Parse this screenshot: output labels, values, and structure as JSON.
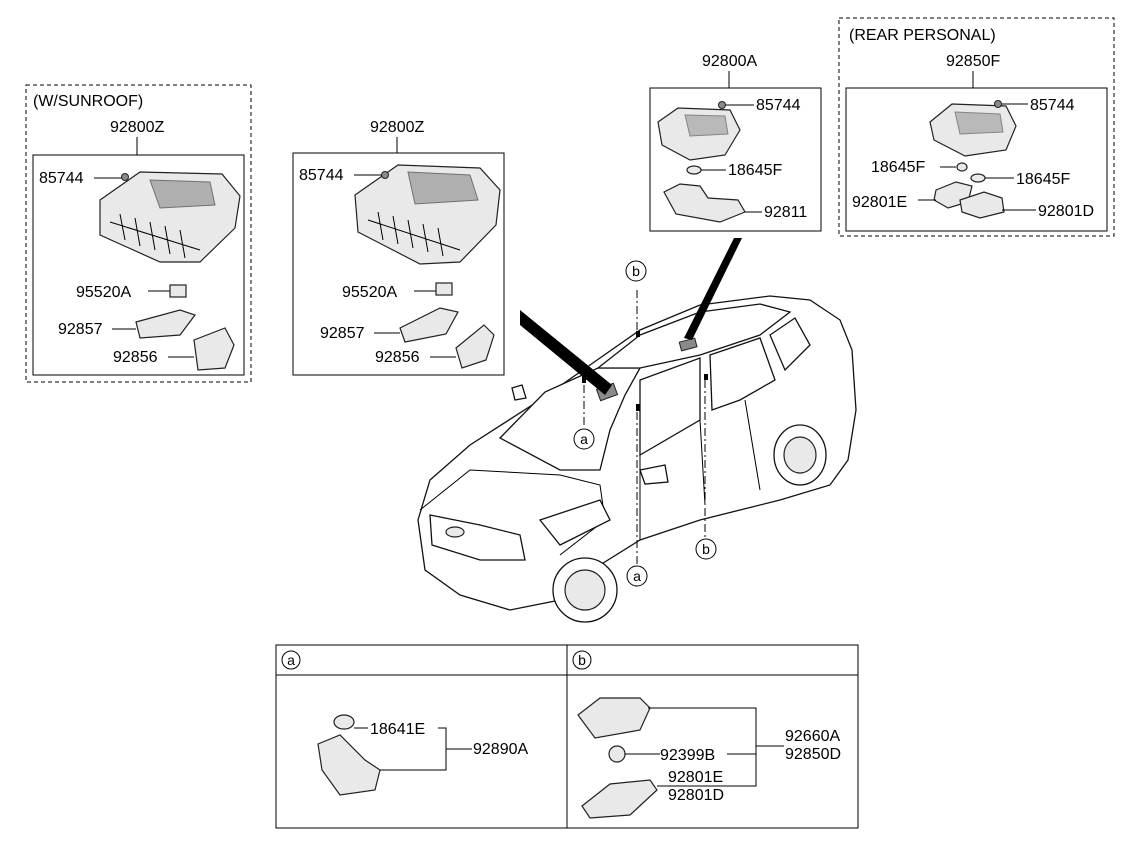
{
  "groups": {
    "sunroof": {
      "caption": "(W/SUNROOF)",
      "assembly": "92800Z",
      "parts": [
        "85744",
        "95520A",
        "92857",
        "92856"
      ]
    },
    "standard": {
      "assembly": "92800Z",
      "parts": [
        "85744",
        "95520A",
        "92857",
        "92856"
      ]
    },
    "map_lamp": {
      "assembly": "92800A",
      "parts": [
        "85744",
        "18645F",
        "92811"
      ]
    },
    "rear_personal": {
      "caption": "(REAR PERSONAL)",
      "assembly": "92850F",
      "parts": [
        "85744",
        "18645F",
        "18645F",
        "92801E",
        "92801D"
      ]
    }
  },
  "callouts": {
    "a": "a",
    "b": "b"
  },
  "detail_table": {
    "a": {
      "header": "a",
      "bulb": "18641E",
      "assembly": "92890A"
    },
    "b": {
      "header": "b",
      "assembly_1": "92660A",
      "assembly_2": "92850D",
      "bulb": "92399B",
      "lens_1": "92801E",
      "lens_2": "92801D"
    }
  }
}
